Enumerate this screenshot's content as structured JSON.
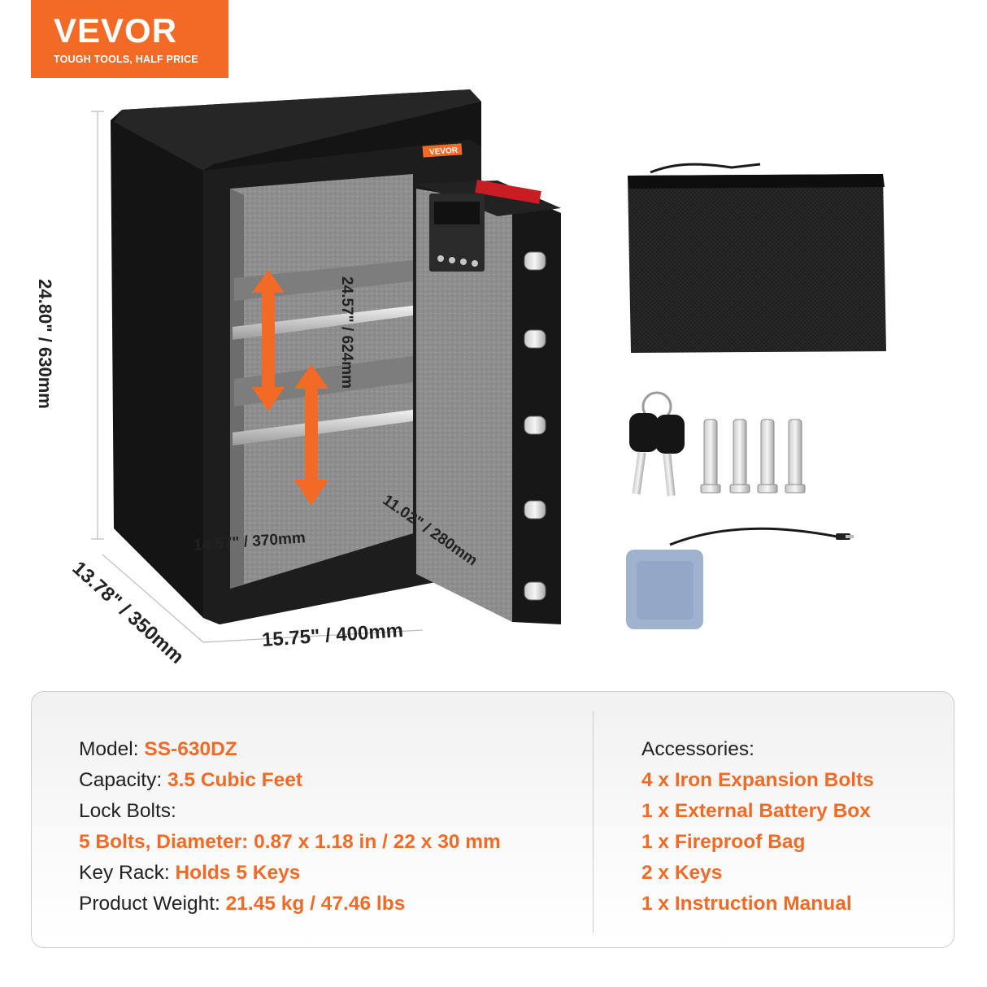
{
  "logo": {
    "brand": "VEVOR",
    "registered": "®",
    "tagline": "TOUGH TOOLS, HALF PRICE"
  },
  "safe_label": "VEVOR",
  "dimensions": {
    "height_outer": "24.80\" / 630mm",
    "height_inner": "24.57\" / 624mm",
    "width_inner": "14.57\" / 370mm",
    "depth_door": "11.02\" / 280mm",
    "width_outer": "15.75\" / 400mm",
    "depth_outer": "13.78\" / 350mm"
  },
  "specs": {
    "model_label": "Model:",
    "model_value": "SS-630DZ",
    "capacity_label": "Capacity:",
    "capacity_value": "3.5 Cubic Feet",
    "lock_bolts_label": "Lock Bolts:",
    "lock_bolts_value": "5 Bolts, Diameter: 0.87 x 1.18 in / 22 x 30 mm",
    "key_rack_label": "Key Rack:",
    "key_rack_value": "Holds 5 Keys",
    "weight_label": "Product Weight:",
    "weight_value": "21.45 kg / 47.46 lbs"
  },
  "accessories": {
    "title": "Accessories:",
    "items": [
      "4 x Iron Expansion Bolts",
      "1 x External Battery Box",
      "1 x Fireproof Bag",
      "2 x Keys",
      "1 x Instruction Manual"
    ]
  },
  "colors": {
    "accent": "#f26a25",
    "safe_body": "#1b1b1b",
    "felt": "#8c8c8c",
    "battery_box": "#9fb3cf"
  }
}
